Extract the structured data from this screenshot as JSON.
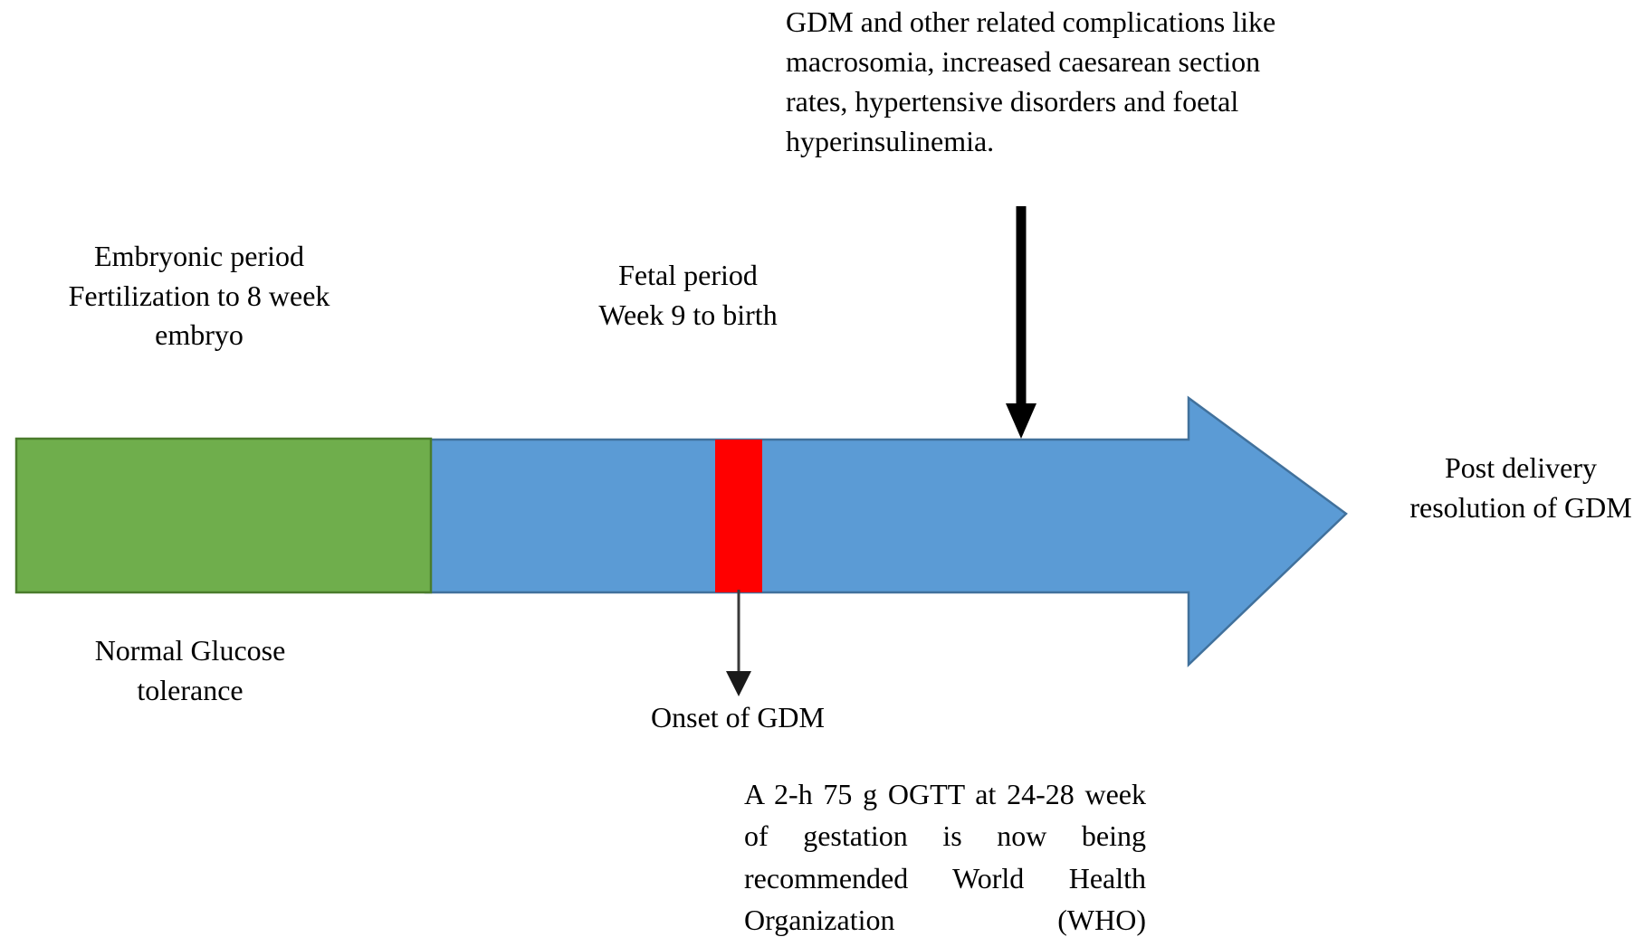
{
  "diagram": {
    "title": "Gestational Diabetes Mellitus (GDM) pregnancy timeline",
    "colors": {
      "embryonic_green": "#6FAE4C",
      "fetal_blue": "#5B9BD5",
      "onset_red": "#FF0000",
      "arrow_black": "#000000",
      "outline_green": "#4A7C2C",
      "outline_blue": "#41719C",
      "text_black": "#000000",
      "background": "#FFFFFF"
    },
    "labels": {
      "complications": "GDM and other related complications like macrosomia, increased caesarean section rates, hypertensive disorders and foetal hyperinsulinemia.",
      "embryonic_period": "Embryonic period\nFertilization to 8 week\nembryo",
      "fetal_period": "Fetal period\nWeek 9 to birth",
      "normal_glucose_tolerance": "Normal Glucose\ntolerance",
      "post_delivery": "Post delivery\nresolution of GDM",
      "onset_of_gdm": "Onset of GDM",
      "ogtt_recommendation": "A 2-h 75 g OGTT at 24-28 week of gestation is now being recommended World Health Organization (WHO)"
    },
    "segments": [
      {
        "name": "embryonic-segment",
        "color": "#6FAE4C",
        "label": "Embryonic period"
      },
      {
        "name": "fetal-segment",
        "color": "#5B9BD5",
        "label": "Fetal period"
      },
      {
        "name": "gdm-onset-marker",
        "color": "#FF0000",
        "label": "Onset of GDM"
      }
    ],
    "icons": {
      "down_arrow": "down-arrow-icon",
      "thin_down_arrow": "thin-down-arrow-icon",
      "right_arrow": "right-arrow-icon"
    }
  }
}
